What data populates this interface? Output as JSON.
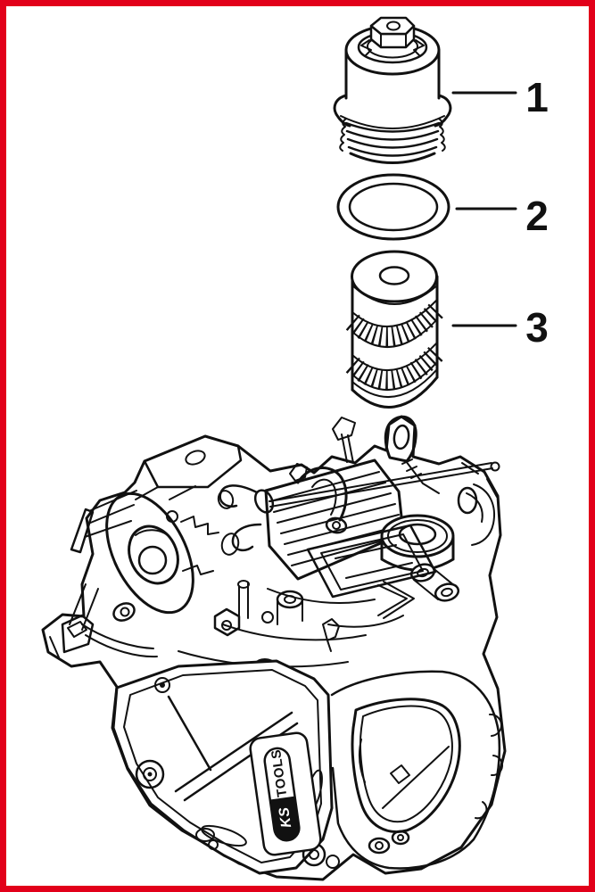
{
  "meta": {
    "type": "exploded-parts-diagram",
    "background": "#ffffff",
    "border_color": "#e2001a",
    "line_color": "#111111"
  },
  "callouts": [
    {
      "number": "1",
      "part": "oil-filter-housing-cap"
    },
    {
      "number": "2",
      "part": "o-ring-seal"
    },
    {
      "number": "3",
      "part": "oil-filter-element"
    }
  ],
  "engine": {
    "part": "engine-transmission-assembly",
    "badge": {
      "line1": "KS",
      "line2": "TOOLS"
    }
  }
}
